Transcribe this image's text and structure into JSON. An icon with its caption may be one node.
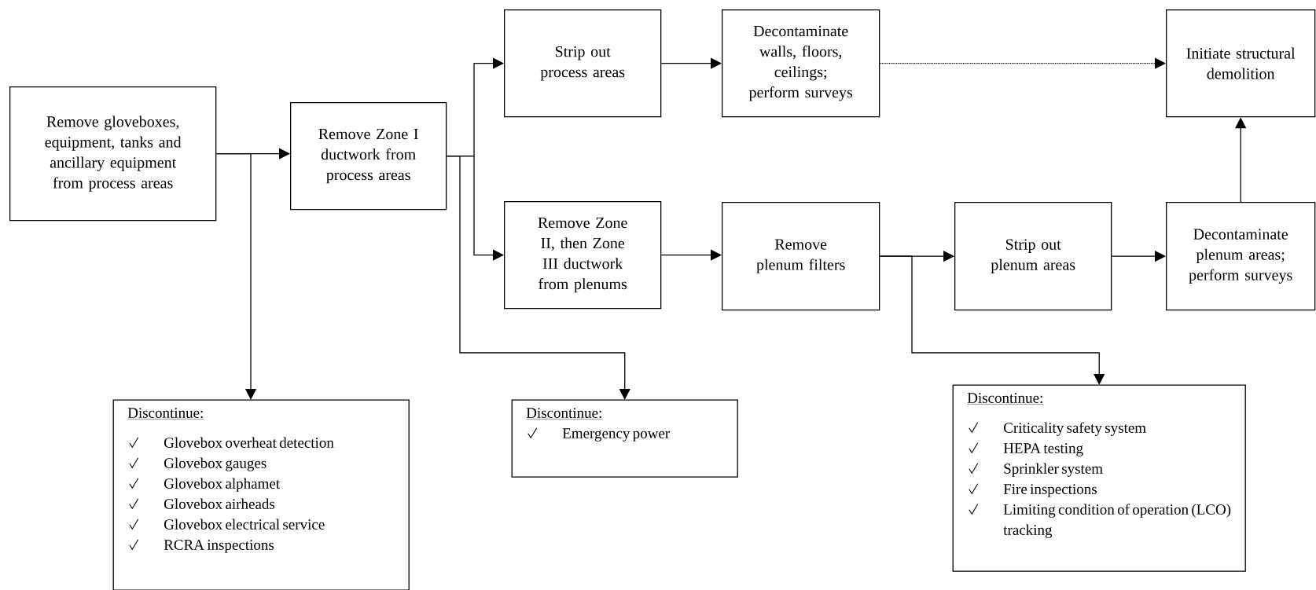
{
  "diagram": {
    "nodes": [
      {
        "text": [
          "Remove gloveboxes, equipment, tanks and ancillary equipment from process areas"
        ]
      },
      {
        "text": [
          "Remove Zone I ductwork from process areas"
        ]
      },
      {
        "text": [
          "Strip out process areas"
        ]
      },
      {
        "text": [
          "Remove Zone II, then Zone III ductwork from plenums"
        ]
      },
      {
        "text": [
          "Decontaminate walls, floors, ceilings; perform surveys"
        ]
      },
      {
        "text": [
          "Initiate structural demolition"
        ]
      },
      {
        "text": [
          "Remove plenum filters"
        ]
      },
      {
        "text": [
          "Strip out plenum areas"
        ]
      },
      {
        "text": [
          "Decontaminate plenum areas; perform surveys"
        ]
      },
      {
        "text": [
          "Discontinue:",
          "Glovebox overheat detection",
          "Glovebox gauges",
          "Glovebox alphamet",
          "Glovebox airheads",
          "Glovebox electrical service",
          "RCRA inspections"
        ]
      },
      {
        "text": [
          "Discontinue:",
          "Emergency power"
        ]
      },
      {
        "text": [
          "Discontinue:",
          "Criticality safety system",
          "HEPA testing",
          "Sprinkler system",
          "Fire inspections",
          "Limiting condition of operation (LCO) tracking"
        ]
      }
    ],
    "edges": [
      {
        "from": 0,
        "to": 1,
        "arrow": "to"
      },
      {
        "from": 0,
        "to": 9,
        "arrow": "to"
      },
      {
        "from": 1,
        "to": 2,
        "arrow": "to"
      },
      {
        "from": 1,
        "to": 3,
        "arrow": "to"
      },
      {
        "from": 1,
        "to": 10,
        "arrow": "to"
      },
      {
        "from": 2,
        "to": 4,
        "arrow": "to"
      },
      {
        "from": 4,
        "to": 5,
        "arrow": "to",
        "style": "dashed"
      },
      {
        "from": 3,
        "to": 6,
        "arrow": "to"
      },
      {
        "from": 6,
        "to": 7,
        "arrow": "to"
      },
      {
        "from": 6,
        "to": 11,
        "arrow": "to"
      },
      {
        "from": 7,
        "to": 8,
        "arrow": "to"
      },
      {
        "from": 8,
        "to": 5,
        "arrow": "to"
      }
    ]
  }
}
